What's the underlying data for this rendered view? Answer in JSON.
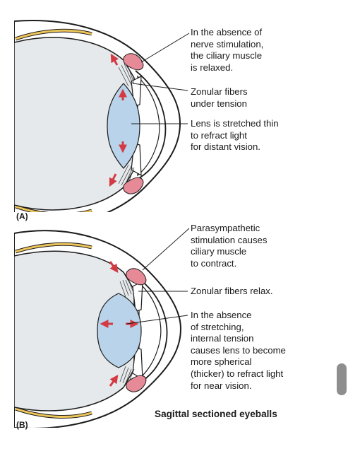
{
  "panel_a": {
    "letter": "(A)",
    "labels": [
      "In the absence of\nnerve stimulation,\nthe ciliary muscle\nis relaxed.",
      "Zonular fibers\nunder tension",
      "Lens is stretched thin\nto refract light\nfor distant vision."
    ]
  },
  "panel_b": {
    "letter": "(B)",
    "labels": [
      "Parasympathetic\nstimulation causes\nciliary muscle\nto contract.",
      "Zonular fibers relax.",
      "In the absence\nof stretching,\ninternal tension\ncauses lens to become\nmore spherical\n(thicker) to refract light\nfor near vision."
    ]
  },
  "caption": "Sagittal sectioned eyeballs",
  "colors": {
    "eye_interior": "#e6e9ec",
    "lens": "#b8d3ea",
    "muscle": "#e58a96",
    "arrow": "#d33a43",
    "sclera_edge": "#1c1c1c",
    "yellow_layer": "#ecc45a"
  },
  "scrollbar": {
    "name": "vertical-scrollbar"
  }
}
